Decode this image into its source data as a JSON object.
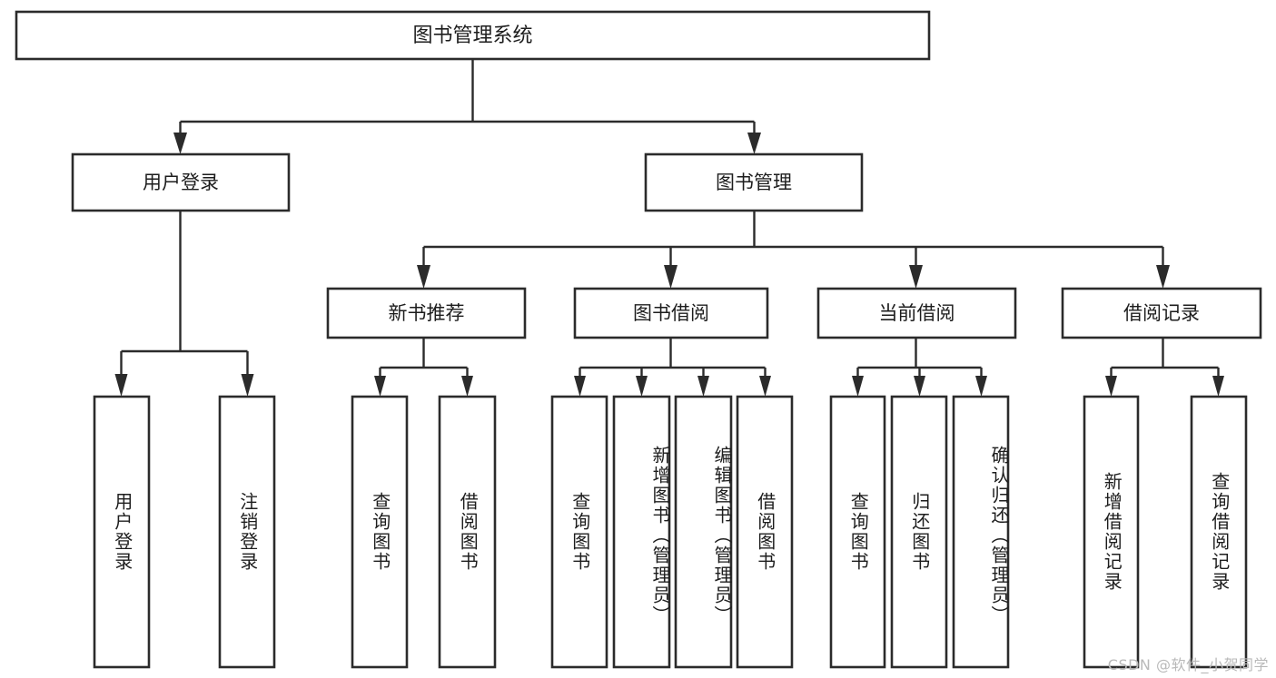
{
  "diagram": {
    "title": "图书管理系统",
    "type": "tree",
    "colors": {
      "box_fill": "#ffffff",
      "box_stroke": "#2b2b2b",
      "text": "#1d1d1d",
      "watermark": "#b9b9b9",
      "background": "#ffffff"
    },
    "root": {
      "label": "图书管理系统"
    },
    "level2": [
      {
        "label": "用户登录"
      },
      {
        "label": "图书管理"
      }
    ],
    "level3": [
      {
        "label": "新书推荐"
      },
      {
        "label": "图书借阅"
      },
      {
        "label": "当前借阅"
      },
      {
        "label": "借阅记录"
      }
    ],
    "leaves": {
      "user_login": [
        {
          "label": "用户登录"
        },
        {
          "label": "注销登录"
        }
      ],
      "new_book_recommend": [
        {
          "label": "查询图书"
        },
        {
          "label": "借阅图书"
        }
      ],
      "book_borrow": [
        {
          "label": "查询图书"
        },
        {
          "label": "新增图书（管理员）"
        },
        {
          "label": "编辑图书（管理员）"
        },
        {
          "label": "借阅图书"
        }
      ],
      "current_borrow": [
        {
          "label": "查询图书"
        },
        {
          "label": "归还图书"
        },
        {
          "label": "确认归还（管理员）"
        }
      ],
      "borrow_record": [
        {
          "label": "新增借阅记录"
        },
        {
          "label": "查询借阅记录"
        }
      ]
    }
  },
  "watermark": {
    "text": "CSDN @软件_小贺同学"
  }
}
